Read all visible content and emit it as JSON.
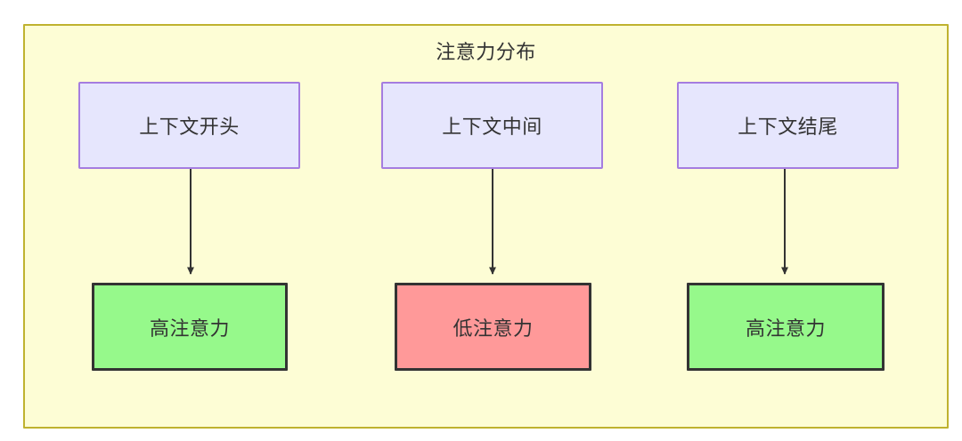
{
  "diagram": {
    "title": "注意力分布",
    "background_color": "#fdfdd5",
    "border_color": "#bfb22f",
    "page_background": "#ffffff",
    "context_nodes": [
      {
        "id": "ctx-0",
        "label": "上下文开头",
        "fill": "#e6e6fd",
        "stroke": "#a57de0"
      },
      {
        "id": "ctx-1",
        "label": "上下文中间",
        "fill": "#e6e6fd",
        "stroke": "#a57de0"
      },
      {
        "id": "ctx-2",
        "label": "上下文结尾",
        "fill": "#e6e6fd",
        "stroke": "#a57de0"
      }
    ],
    "result_nodes": [
      {
        "id": "res-0",
        "label": "高注意力",
        "fill": "#96f98b",
        "stroke": "#333333"
      },
      {
        "id": "res-1",
        "label": "低注意力",
        "fill": "#ff9999",
        "stroke": "#333333"
      },
      {
        "id": "res-2",
        "label": "高注意力",
        "fill": "#96f98b",
        "stroke": "#333333"
      }
    ],
    "edges": [
      {
        "from": "上下文开头",
        "to": "高注意力"
      },
      {
        "from": "上下文中间",
        "to": "低注意力"
      },
      {
        "from": "上下文结尾",
        "to": "高注意力"
      }
    ],
    "edge_color": "#333333"
  }
}
